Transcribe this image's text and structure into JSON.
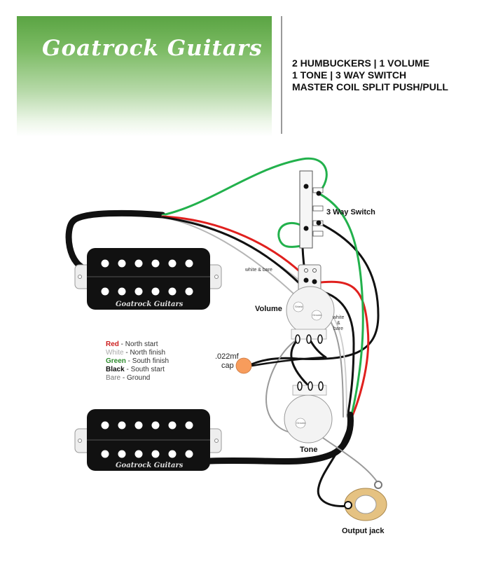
{
  "header": {
    "brand": "Goatrock Guitars",
    "spec_lines": [
      "2 HUMBUCKERS | 1 VOLUME",
      "1 TONE | 3 WAY SWITCH",
      "MASTER COIL SPLIT PUSH/PULL"
    ]
  },
  "labels": {
    "switch": "3 Way Switch",
    "volume": "Volume",
    "tone": "Tone",
    "output_jack": "Output jack",
    "cap_value": ".022mf",
    "cap_unit": "cap",
    "white_bare_top": "white & bare",
    "white_bare_right_1": "white",
    "white_bare_right_2": "&",
    "white_bare_right_3": "bare",
    "pickup_brand": "Goatrock Guitars",
    "pot_shield": "Shield",
    "pot_ground": "Ground"
  },
  "legend": [
    {
      "color_name": "Red",
      "desc": " - North start",
      "color": "#cc1e1e"
    },
    {
      "color_name": "White",
      "desc": " - North finish",
      "color": "#aaaaaa"
    },
    {
      "color_name": "Green",
      "desc": " - South finish",
      "color": "#2e8b2e"
    },
    {
      "color_name": "Black",
      "desc": " - South start",
      "color": "#111111"
    },
    {
      "color_name": "Bare",
      "desc": " - Ground",
      "color": "#777777"
    }
  ],
  "colors": {
    "red": "#e0201e",
    "green": "#22b14c",
    "black": "#111111",
    "white_wire": "#d0d0d0",
    "bare": "#8a8a8a",
    "cap": "#f79c5c",
    "banner": "#5aa443"
  }
}
